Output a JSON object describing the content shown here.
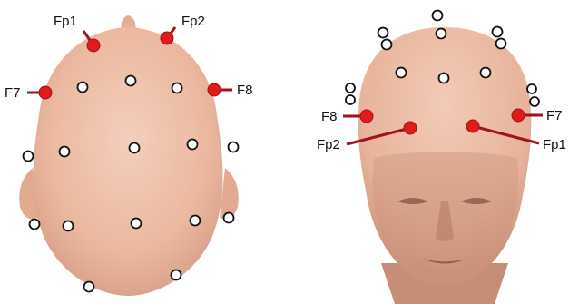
{
  "colors": {
    "skin": "#efc1ab",
    "skin_shadow": "#d9a48c",
    "skin_dark": "#c58f78",
    "marker": "#e01b1b",
    "marker_line": "#a3121a",
    "electrode_fill": "#ffffff",
    "electrode_stroke": "#111111"
  },
  "top_view": {
    "labels": {
      "fp1": "Fp1",
      "fp2": "Fp2",
      "f7": "F7",
      "f8": "F8"
    }
  },
  "front_view": {
    "labels": {
      "f8": "F8",
      "f7": "F7",
      "fp2": "Fp2",
      "fp1": "Fp1"
    }
  }
}
